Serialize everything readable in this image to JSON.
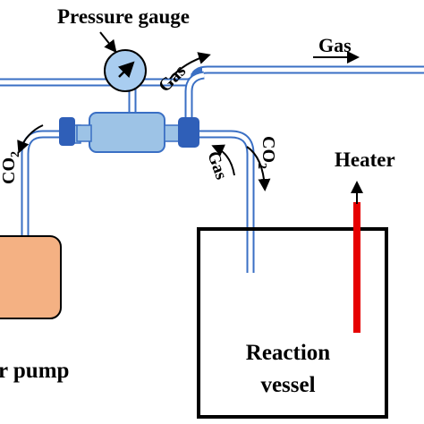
{
  "labels": {
    "pressure_gauge": "Pressure gauge",
    "gas_outlet": "Gas",
    "gas_upper": "Gas",
    "gas_right": "Gas",
    "co2_left": "CO",
    "co2_left_sub": "2",
    "co2_right": "CO",
    "co2_right_sub": "2",
    "heater": "Heater",
    "pump": "r pump",
    "reaction_line1": "Reaction",
    "reaction_line2": "vessel"
  },
  "colors": {
    "tube_outline": "#3a6fc4",
    "tube_fill": "#ffffff",
    "gauge_fill": "#a9cdf0",
    "valve_body": "#9dc3e6",
    "valve_cap": "#2f5fb8",
    "pump_fill": "#f4b183",
    "heater": "#e60000",
    "line": "#000000"
  }
}
